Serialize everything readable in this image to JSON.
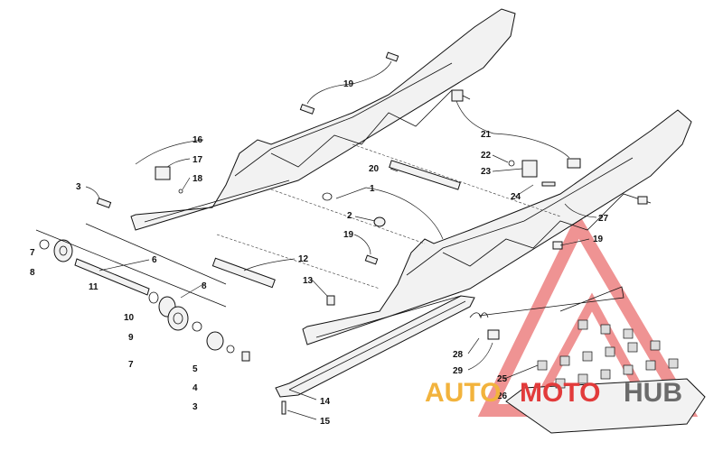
{
  "watermark": {
    "part1": "AUTO",
    "part2": "MOTO",
    "part3": "HUB",
    "color1": "#f2b33d",
    "color2": "#e23b3b",
    "color3": "#6b6b6b"
  },
  "callouts": {
    "c1": "1",
    "c2": "2",
    "c3a": "3",
    "c3b": "3",
    "c4": "4",
    "c5": "5",
    "c6": "6",
    "c7a": "7",
    "c7b": "7",
    "c8a": "8",
    "c8b": "8",
    "c9": "9",
    "c10": "10",
    "c11": "11",
    "c12": "12",
    "c13": "13",
    "c14": "14",
    "c15": "15",
    "c16": "16",
    "c17": "17",
    "c18": "18",
    "c19a": "19",
    "c19b": "19",
    "c19c": "19",
    "c20": "20",
    "c21": "21",
    "c22": "22",
    "c23": "23",
    "c24": "24",
    "c25": "25",
    "c26": "26",
    "c27": "27",
    "c28": "28",
    "c29": "29"
  }
}
